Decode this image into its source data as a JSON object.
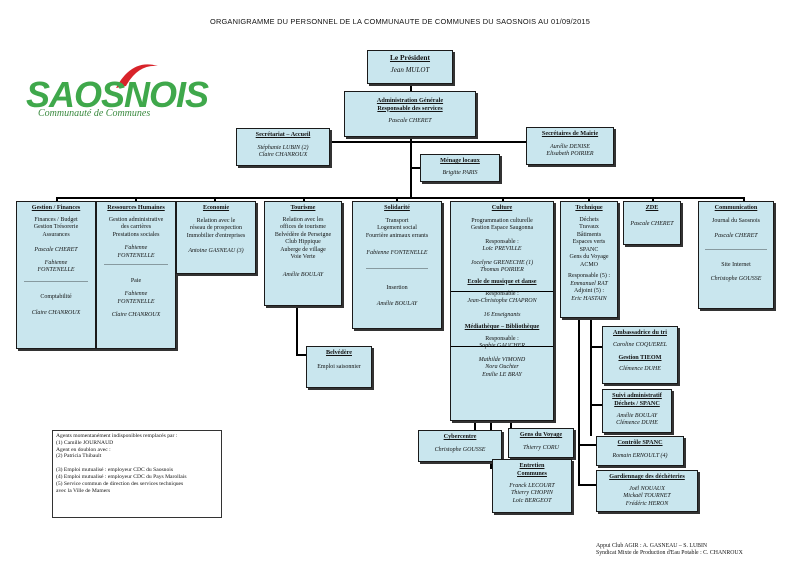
{
  "title": "ORGANIGRAMME DU PERSONNEL DE LA COMMUNAUTE DE COMMUNES DU SAOSNOIS AU 01/09/2015",
  "logo": {
    "main": "SAOSNOIS",
    "sub": "Communauté de Communes"
  },
  "president": {
    "title": "Le Président",
    "name": "Jean MULOT"
  },
  "admin": {
    "title": "Administration Générale",
    "subtitle": "Responsable des services",
    "name": "Pascale CHERET"
  },
  "secretariat": {
    "title": "Secrétariat – Accueil",
    "names": [
      "Stéphanie LUBIN (2)",
      "Claire CHANROUX"
    ]
  },
  "mairie": {
    "title": "Secrétaires de Mairie",
    "names": [
      "Aurélie DENISE",
      "Elisabeth POIRIER"
    ]
  },
  "menage": {
    "title": "Ménage locaux",
    "name": "Brigitte PARIS"
  },
  "gestion": {
    "title": "Gestion / Finances",
    "lines": [
      "Finances / Budget",
      "Gestion Trésorerie",
      "Assurances"
    ],
    "names1": [
      "Pascale CHERET",
      "Fabienne",
      "FONTENELLE"
    ],
    "sep": "--------------------------------",
    "line2": "Comptabilité",
    "name2": "Claire CHANROUX"
  },
  "rh": {
    "title": "Ressources Humaines",
    "lines": [
      "Gestion administrative",
      "des carrières",
      "Prestations sociales"
    ],
    "names1": [
      "Fabienne",
      "FONTENELLE"
    ],
    "sep": "--------------------------------",
    "line2": "Paie",
    "names2": [
      "Fabienne",
      "FONTENELLE",
      "Claire CHANROUX"
    ]
  },
  "economie": {
    "title": "Economie",
    "lines": [
      "Relation avec le",
      "réseau de prospection",
      "Immobilier d'entreprises"
    ],
    "name": "Antoine GASNEAU (3)"
  },
  "tourisme": {
    "title": "Tourisme",
    "lines": [
      "Relation avec les",
      "offices de tourisme",
      "Belvédère de Perseigne",
      "Club Hippique",
      "Auberge de village",
      "Voie Verte"
    ],
    "name": "Amélie BOULAY"
  },
  "belvedere": {
    "title": "Belvédère",
    "line": "Emploi saisonnier"
  },
  "solidarite": {
    "title": "Solidarité",
    "lines": [
      "Transport",
      "Logement social",
      "Fourrière animaux errants"
    ],
    "names": [
      "Fabienne FONTENELLE"
    ],
    "sep": "-------------------------------",
    "line2": "Insertion",
    "name2": "Amélie BOULAY"
  },
  "culture": {
    "title": "Culture",
    "lines": [
      "Programmation culturelle",
      "Gestion Espace Saugonna"
    ],
    "resp_label": "Responsable :",
    "resp": "Loïc PREVILLE",
    "names": [
      "Jocelyne GRENECHE (1)",
      "Thomas POIRIER"
    ]
  },
  "ecole": {
    "title": "Ecole de musique et danse",
    "resp_label": "Responsable :",
    "resp": "Jean-Christophe CHAPRON",
    "count": "16 Enseignants"
  },
  "mediatheque": {
    "title": "Médiathèque – Bibliothèque",
    "resp_label": "Responsable :",
    "resp": "Sophie GAUCHER",
    "names": [
      "Mathilde VIMOND",
      "Nora Ouchter",
      "Emilie LE BRAY"
    ]
  },
  "cybercentre": {
    "title": "Cybercentre",
    "name": "Christophe GOUSSE"
  },
  "gensduvoyage": {
    "title": "Gens du Voyage",
    "name": "Thierry CORU"
  },
  "entretien": {
    "title": [
      "Entretien",
      "Communes"
    ],
    "names": [
      "Franck LECOURT",
      "Thierry CHOPIN",
      "Loïc BERGEOT"
    ]
  },
  "technique": {
    "title": "Technique",
    "lines": [
      "Déchets",
      "Travaux",
      "Bâtiments",
      "Espaces verts",
      "SPANC",
      "Gens du Voyage",
      "ACMO"
    ],
    "resp_label": "Responsable (5) :",
    "resp": "Emmanuel RAT",
    "adj_label": "Adjoint (5) :",
    "adj": "Eric HASTAIN"
  },
  "ambassadrice": {
    "title": "Ambassadrice du tri",
    "name": "Caroline COQUEREL",
    "title2": "Gestion TIEOM",
    "name2": "Clémence DUHE"
  },
  "suivi": {
    "title": [
      "Suivi administratif",
      "Déchets / SPANC"
    ],
    "names": [
      "Amélie BOULAY",
      "Clémence DUHE"
    ]
  },
  "controle": {
    "title": "Contrôle SPANC",
    "name": "Romain ERNOULT (4)"
  },
  "gardiennage": {
    "title": "Gardiennage des déchèteries",
    "names": [
      "Joël NOUAUX",
      "Mickaël TOURNET",
      "Frédéric HERON"
    ]
  },
  "zde": {
    "title": "ZDE",
    "name": "Pascale CHERET"
  },
  "communication": {
    "title": "Communication",
    "line": "Journal du Saosnois",
    "name": "Pascale CHERET",
    "sep": "-------------------------------",
    "line2": "Site Internet",
    "name2": "Christophe GOUSSE"
  },
  "notes": [
    "Agents momentanément indisponibles remplacés par :",
    "(1) Camille JOURNAUD",
    "Agent en doublon avec :",
    "(2) Patricia Thibault",
    "",
    "(3) Emploi mutualisé : employeur CDC du Saosnois",
    "(4) Emploi mutualisé : employeur CDC du Pays Marollais",
    "(5) Service commun de direction des services techniques",
    "avec la Ville de Mamers"
  ],
  "footer": [
    "Appui Club AGIR : A. GASNEAU – S. LUBIN",
    "Syndicat Mixte de Production d'Eau Potable : C. CHANROUX"
  ]
}
